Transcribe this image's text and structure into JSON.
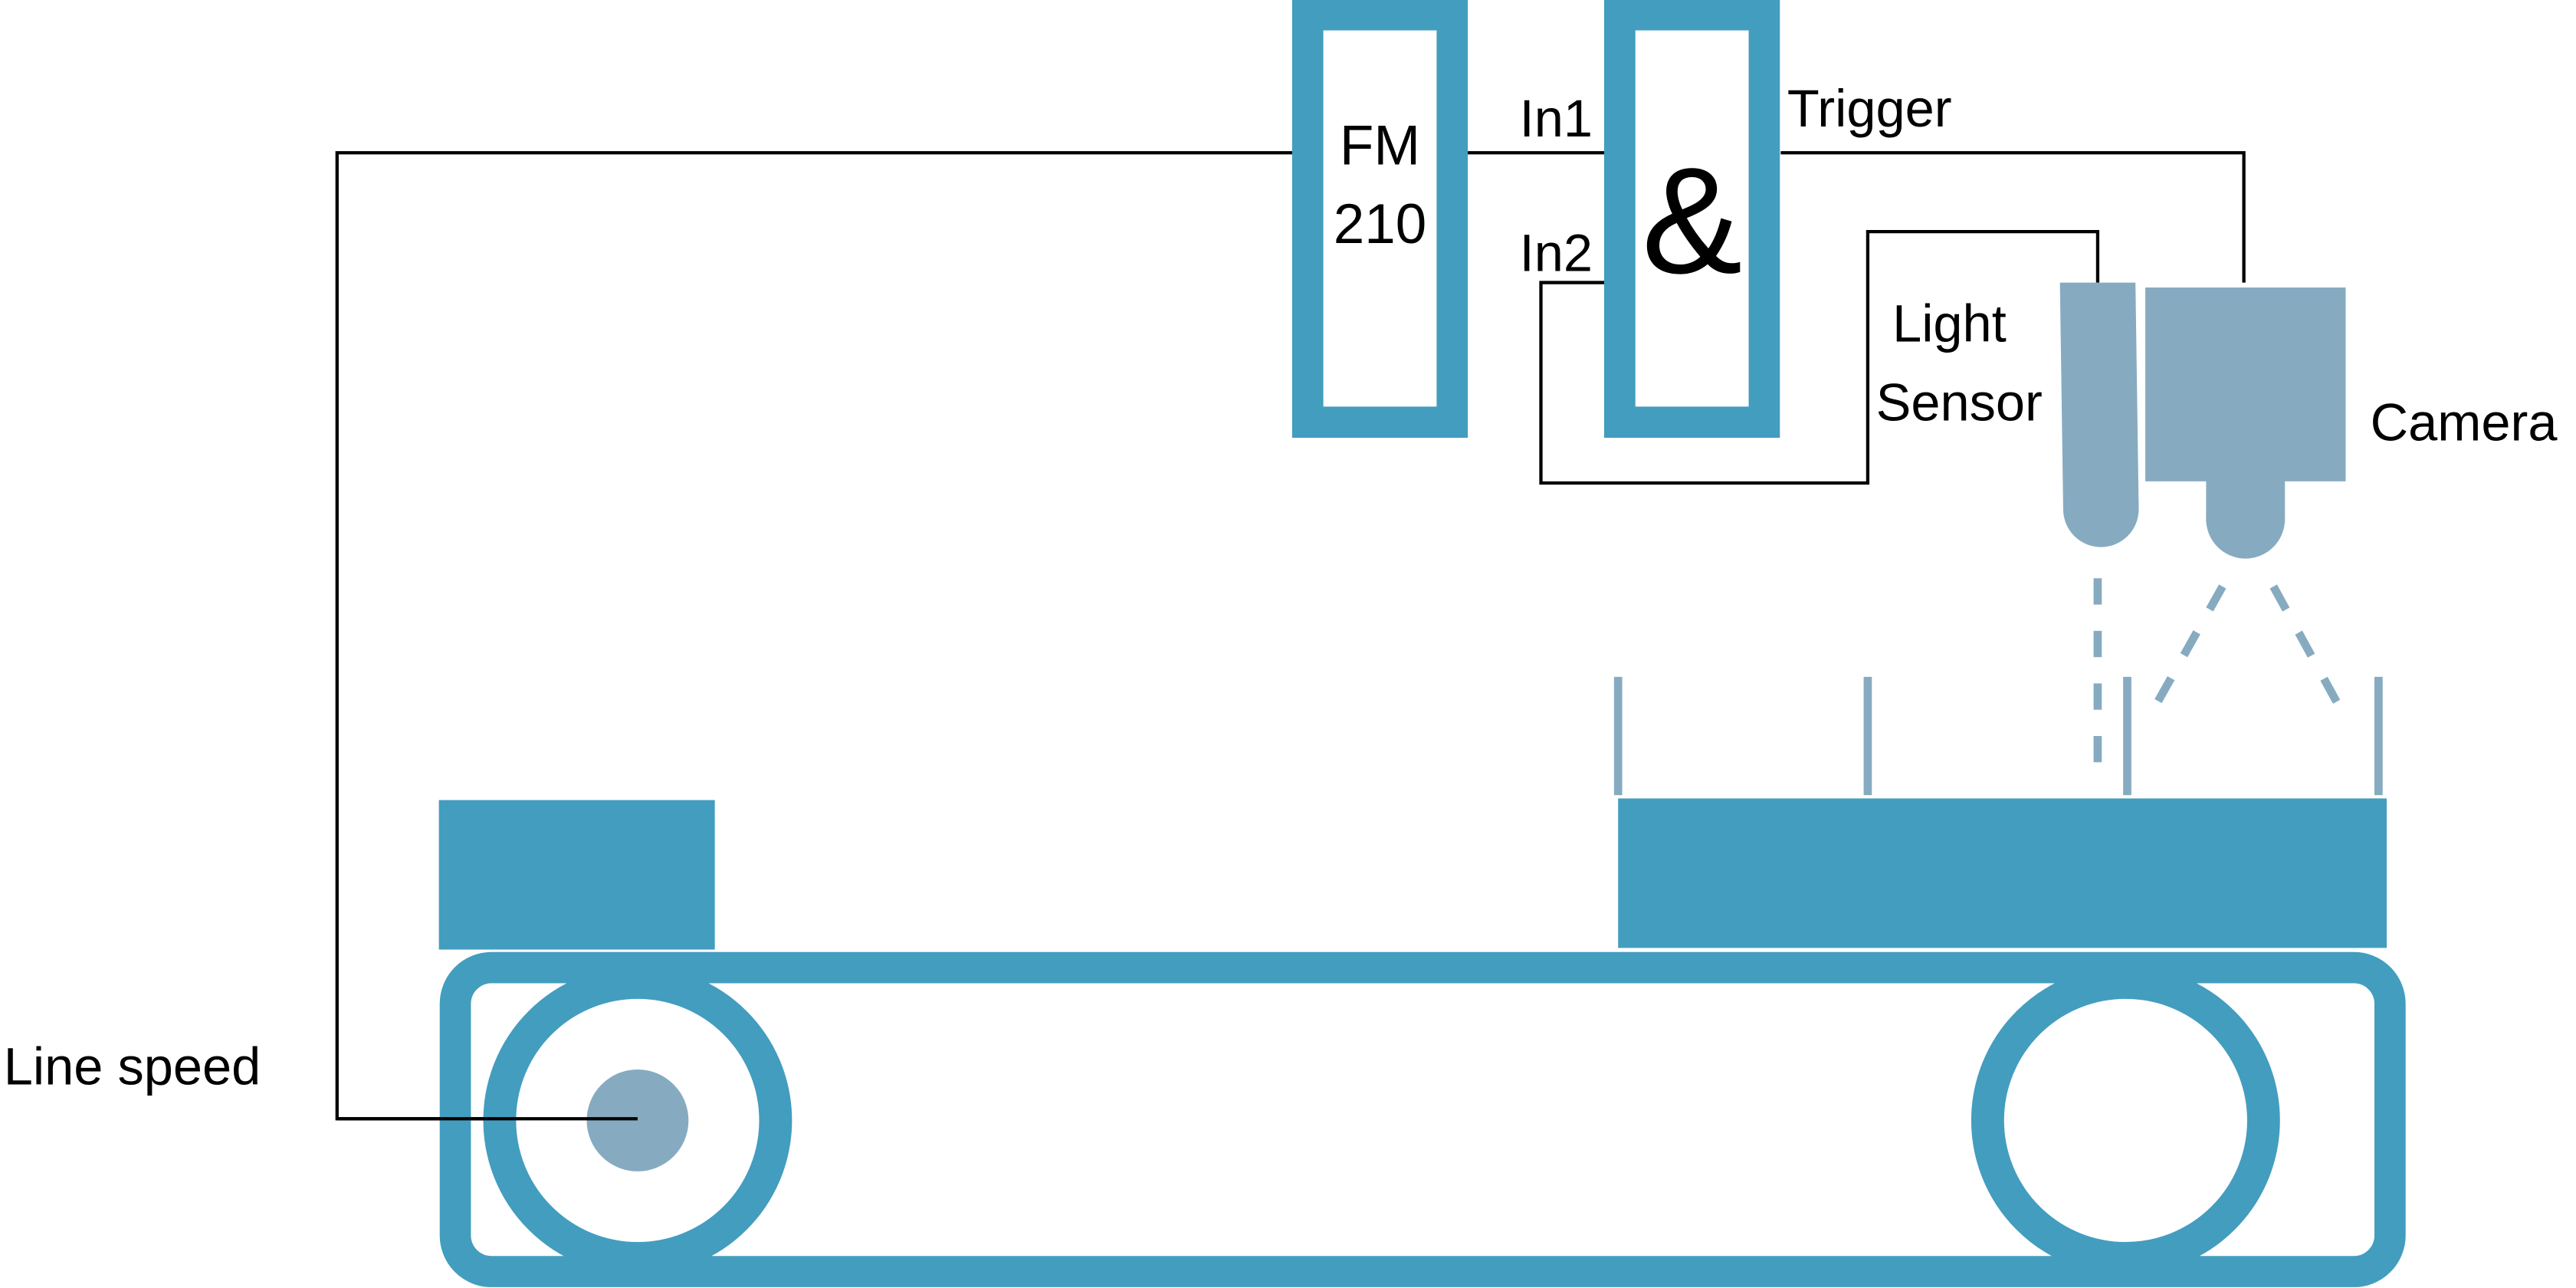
{
  "colors": {
    "primary": "#439dbf",
    "secondary": "#86abc1",
    "wire": "#000000"
  },
  "blocks": {
    "fm": {
      "line1": "FM",
      "line2": "210"
    },
    "and_gate": {
      "symbol": "&",
      "input1": "In1",
      "input2": "In2",
      "output": "Trigger"
    }
  },
  "devices": {
    "light_sensor": {
      "line1": "Light",
      "line2": "Sensor"
    },
    "camera": {
      "label": "Camera"
    },
    "encoder": {
      "label": "Line speed"
    }
  }
}
